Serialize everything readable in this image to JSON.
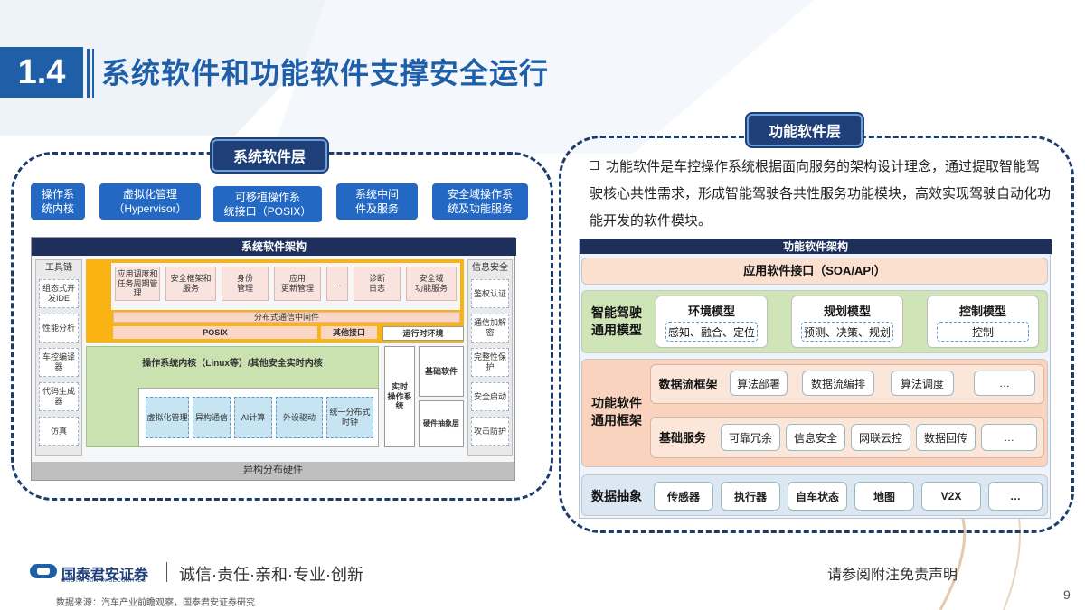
{
  "header": {
    "section_number": "1.4",
    "title": "系统软件和功能软件支撑安全运行"
  },
  "left_panel": {
    "tag": "系统软件层",
    "buttons": [
      "操作系\n统内核",
      "虚拟化管理\n（Hypervisor）",
      "可移植操作系\n统接口（POSIX）",
      "系统中间\n件及服务",
      "安全域操作系\n统及功能服务"
    ],
    "arch": {
      "title": "系统软件架构",
      "left_col_header": "工具链",
      "left_col_items": [
        "组态式开发IDE",
        "性能分析",
        "车控编译器",
        "代码生成器",
        "仿真"
      ],
      "right_col_header": "信息安全",
      "right_col_items": [
        "鉴权认证",
        "通信加解密",
        "完整性保护",
        "安全启动",
        "攻击防护"
      ],
      "middleware_items": [
        "应用调度和\n任务周期管理",
        "安全框架和\n服务",
        "身份\n管理",
        "应用\n更新管理",
        "…",
        "诊断\n日志",
        "安全域\n功能服务"
      ],
      "comm_middleware": "分布式通信中间件",
      "posix": "POSIX",
      "basic_interface": "其他接口",
      "runtime_env": "运行时环境",
      "kernel": "操作系统内核（Linux等）/其他安全实时内核",
      "realtime_os": "实时\n操作系统",
      "basic_software": "基础软件",
      "hw_abstraction": "硬件抽象层",
      "virt_items": [
        "虚拟化管理",
        "异构通信",
        "AI计算",
        "外设驱动",
        "统一分布式\n时钟"
      ],
      "hardware": "异构分布硬件"
    }
  },
  "right_panel": {
    "tag": "功能软件层",
    "description": "功能软件是车控操作系统根据面向服务的架构设计理念，通过提取智能驾驶核心共性需求，形成智能驾驶各共性服务功能模块，高效实现驾驶自动化功能开发的软件模块。",
    "arch": {
      "title": "功能软件架构",
      "api_bar": "应用软件接口（SOA/API）",
      "common_models_label": "智能驾驶\n通用模型",
      "models": [
        {
          "title": "环境模型",
          "sub": "感知、融合、定位"
        },
        {
          "title": "规划模型",
          "sub": "预测、决策、规划"
        },
        {
          "title": "控制模型",
          "sub": "控制"
        }
      ],
      "framework_label": "功能软件\n通用框架",
      "dataflow_label": "数据流框架",
      "dataflow_items": [
        "算法部署",
        "数据流编排",
        "算法调度",
        "…"
      ],
      "base_label": "基础服务",
      "base_items": [
        "可靠冗余",
        "信息安全",
        "网联云控",
        "数据回传",
        "…"
      ],
      "data_abs_label": "数据抽象",
      "data_abs_items": [
        "传感器",
        "执行器",
        "自车状态",
        "地图",
        "V2X",
        "…"
      ]
    }
  },
  "footer": {
    "company": "国泰君安证券",
    "company_en": "GUOTAI JUNAN SECURITIES",
    "slogan": "诚信·责任·亲和·专业·创新",
    "source": "数据来源：汽车产业前瞻观察，国泰君安证券研究",
    "disclaimer": "请参阅附注免责声明",
    "page": "9"
  },
  "colors": {
    "brand_blue": "#1f5fa8",
    "dark_navy": "#1f2f5c",
    "button_blue": "#2369c4",
    "peach": "#f7d7c4",
    "green": "#c9e2b0",
    "orange": "#f9b313"
  }
}
